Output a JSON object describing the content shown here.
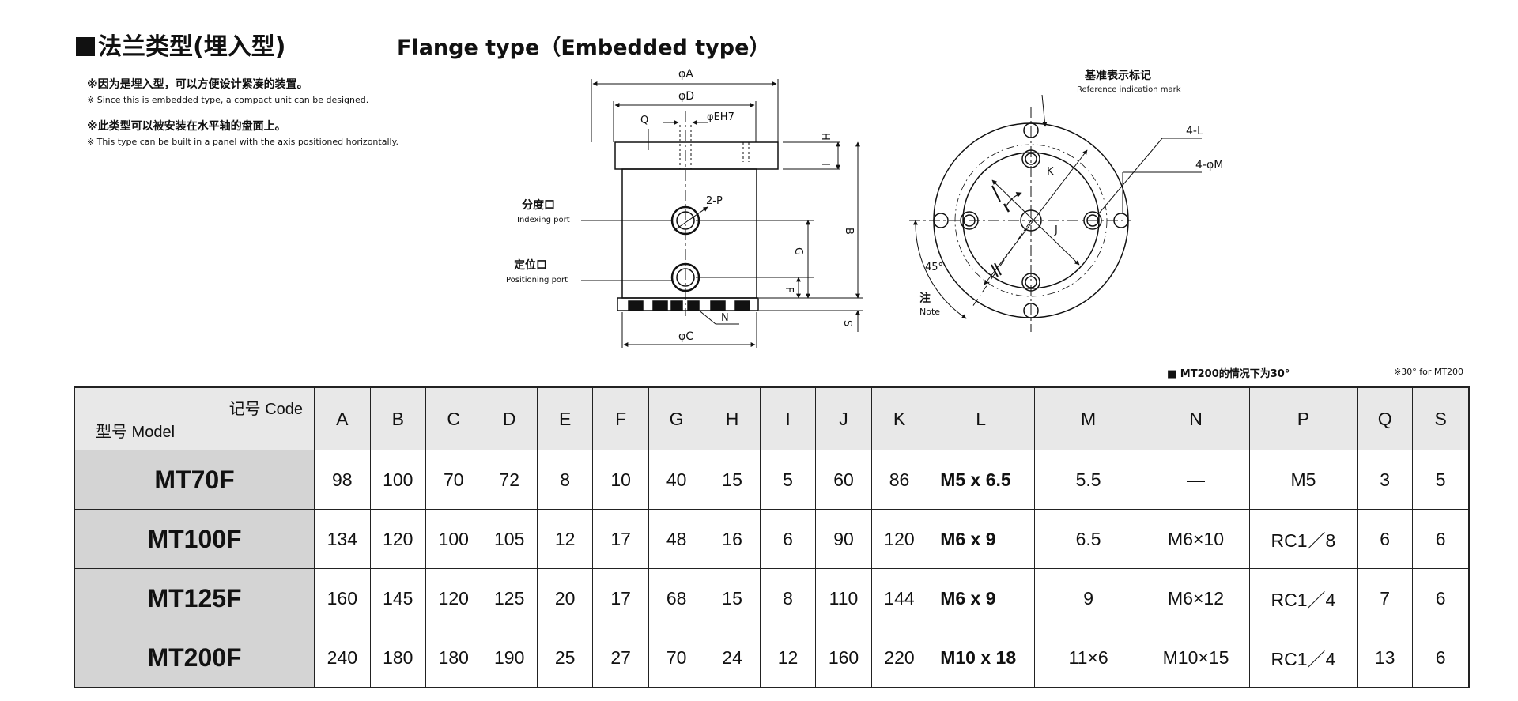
{
  "header": {
    "title_cn": "法兰类型(埋入型)",
    "title_en": "Flange type（Embedded type）"
  },
  "notes": [
    {
      "cn": "※因为是埋入型，可以方便设计紧凑的装置。",
      "en": "※ Since this is embedded type, a compact unit can be designed."
    },
    {
      "cn": "※此类型可以被安装在水平轴的盘面上。",
      "en": "※ This type can be built in a panel with the axis positioned horizontally."
    }
  ],
  "drawing_side": {
    "dim_A": "φA",
    "dim_D": "φD",
    "dim_EH7": "φEH7",
    "dim_Q": "Q",
    "dim_H": "H",
    "dim_I": "I",
    "dim_B": "B",
    "dim_G": "G",
    "dim_F": "F",
    "dim_S": "S",
    "dim_C": "φC",
    "dim_N": "N",
    "dim_2P": "2-P",
    "indexing_port_cn": "分度口",
    "indexing_port_en": "Indexing port",
    "positioning_port_cn": "定位口",
    "positioning_port_en": "Positioning port"
  },
  "drawing_front": {
    "ref_mark_cn": "基准表示标记",
    "ref_mark_en": "Reference indication mark",
    "dim_4L": "4-L",
    "dim_4M": "4-φM",
    "dim_K": "K",
    "dim_J": "J",
    "angle_45": "45°",
    "note_cn": "注",
    "note_en": "Note"
  },
  "footnotes": {
    "cn": "■ MT200的情况下为30°",
    "en": "※30° for MT200"
  },
  "table": {
    "corner_code": "记号 Code",
    "corner_model": "型号 Model",
    "columns": [
      "A",
      "B",
      "C",
      "D",
      "E",
      "F",
      "G",
      "H",
      "I",
      "J",
      "K",
      "L",
      "M",
      "N",
      "P",
      "Q",
      "S"
    ],
    "rows": [
      {
        "model": "MT70F",
        "cells": [
          "98",
          "100",
          "70",
          "72",
          "8",
          "10",
          "40",
          "15",
          "5",
          "60",
          "86",
          "M5 x 6.5",
          "5.5",
          "—",
          "M5",
          "3",
          "5"
        ]
      },
      {
        "model": "MT100F",
        "cells": [
          "134",
          "120",
          "100",
          "105",
          "12",
          "17",
          "48",
          "16",
          "6",
          "90",
          "120",
          "M6 x 9",
          "6.5",
          "M6×10",
          "RC1／8",
          "6",
          "6"
        ]
      },
      {
        "model": "MT125F",
        "cells": [
          "160",
          "145",
          "120",
          "125",
          "20",
          "17",
          "68",
          "15",
          "8",
          "110",
          "144",
          "M6 x 9",
          "9",
          "M6×12",
          "RC1／4",
          "7",
          "6"
        ]
      },
      {
        "model": "MT200F",
        "cells": [
          "240",
          "180",
          "180",
          "190",
          "25",
          "27",
          "70",
          "24",
          "12",
          "160",
          "220",
          "M10 x 18",
          "11×6",
          "M10×15",
          "RC1／4",
          "13",
          "6"
        ]
      }
    ]
  }
}
